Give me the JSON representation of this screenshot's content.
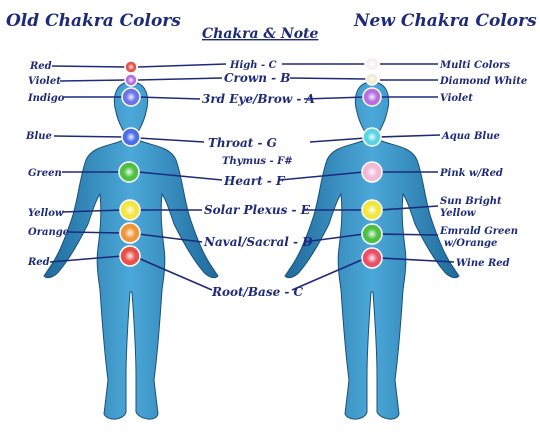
{
  "titles": {
    "old": "Old Chakra Colors",
    "new": "New Chakra Colors",
    "center": "Chakra & Note"
  },
  "left_labels": [
    "Red",
    "Violet",
    "Indigo",
    "Blue",
    "Green",
    "Yellow",
    "Orange",
    "Red"
  ],
  "center_labels": [
    "High - C",
    "Crown - B",
    "3rd Eye/Brow - A",
    "Throat - G",
    "Thymus - F#",
    "Heart - F",
    "Solar Plexus - E",
    "Naval/Sacral - D",
    "Root/Base - C"
  ],
  "right_labels": [
    "Multi Colors",
    "Diamond White",
    "Violet",
    "Aqua Blue",
    "Pink w/Red",
    "Sun Bright",
    "Yellow",
    "Emrald Green",
    "w/Orange",
    "Wine Red"
  ],
  "colors": {
    "ink": "#1d2a7a",
    "body": "#3a94c8",
    "body_dark": "#1f5f8c",
    "old_chakras": [
      "#e8504a",
      "#b56fe0",
      "#6a73e8",
      "#4a6ee8",
      "#4cc040",
      "#f2e640",
      "#f0963a",
      "#e8504a"
    ],
    "new_chakras": [
      "#f8f0f0",
      "#f2ead8",
      "#b56fe0",
      "#5ad4e4",
      "#f3b8d8",
      "#f2e640",
      "#4cc040",
      "#e8506a"
    ]
  }
}
